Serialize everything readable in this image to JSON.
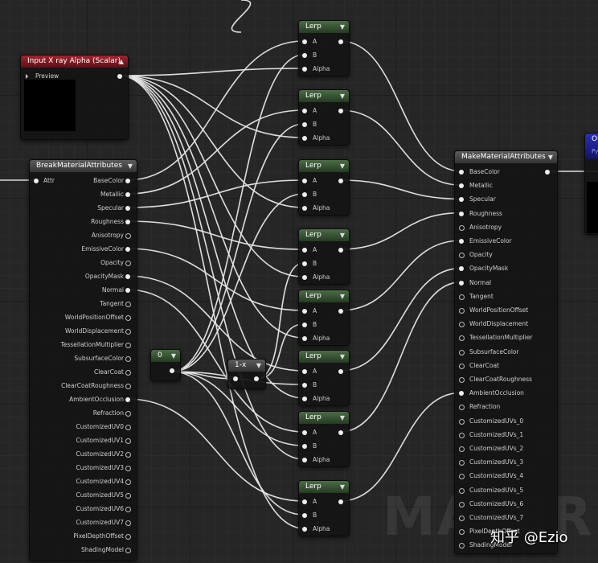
{
  "scalar_node": {
    "title": "Input X ray Alpha (Scalar)",
    "pin": "Preview"
  },
  "break_node": {
    "title": "BreakMaterialAttributes",
    "input": "Attr",
    "outputs": [
      "BaseColor",
      "Metallic",
      "Specular",
      "Roughness",
      "Anisotropy",
      "EmissiveColor",
      "Opacity",
      "OpacityMask",
      "Normal",
      "Tangent",
      "WorldPositionOffset",
      "WorldDisplacement",
      "TessellationMultiplier",
      "SubsurfaceColor",
      "ClearCoat",
      "ClearCoatRoughness",
      "AmbientOcclusion",
      "Refraction",
      "CustomizedUV0",
      "CustomizedUV1",
      "CustomizedUV2",
      "CustomizedUV3",
      "CustomizedUV4",
      "CustomizedUV5",
      "CustomizedUV6",
      "CustomizedUV7",
      "PixelDepthOffset",
      "ShadingModel"
    ]
  },
  "lerp_nodes": [
    {
      "title": "Lerp",
      "pins": [
        "A",
        "B",
        "Alpha"
      ]
    },
    {
      "title": "Lerp",
      "pins": [
        "A",
        "B",
        "Alpha"
      ]
    },
    {
      "title": "Lerp",
      "pins": [
        "A",
        "B",
        "Alpha"
      ]
    },
    {
      "title": "Lerp",
      "pins": [
        "A",
        "B",
        "Alpha"
      ]
    },
    {
      "title": "Lerp",
      "pins": [
        "A",
        "B",
        "Alpha"
      ]
    },
    {
      "title": "Lerp",
      "pins": [
        "A",
        "B",
        "Alpha"
      ]
    },
    {
      "title": "Lerp",
      "pins": [
        "A",
        "B",
        "Alpha"
      ]
    },
    {
      "title": "Lerp",
      "pins": [
        "A",
        "B",
        "Alpha"
      ]
    }
  ],
  "const_node": {
    "title": "0"
  },
  "one_minus_node": {
    "title": "1-x"
  },
  "make_node": {
    "title": "MakeMaterialAttributes",
    "inputs": [
      "BaseColor",
      "Metallic",
      "Specular",
      "Roughness",
      "Anisotropy",
      "EmissiveColor",
      "Opacity",
      "OpacityMask",
      "Normal",
      "Tangent",
      "WorldPositionOffset",
      "WorldDisplacement",
      "TessellationMultiplier",
      "SubsurfaceColor",
      "ClearCoat",
      "ClearCoatRoughness",
      "AmbientOcclusion",
      "Refraction",
      "CustomizedUVs_0",
      "CustomizedUVs_1",
      "CustomizedUVs_2",
      "CustomizedUVs_3",
      "CustomizedUVs_4",
      "CustomizedUVs_5",
      "CustomizedUVs_6",
      "CustomizedUVs_7",
      "PixelDepthOffset",
      "ShadingModel"
    ]
  },
  "output_node": {
    "title": "Ou",
    "sub": "Py"
  },
  "watermark": "MATERIAL",
  "credit": "知乎 @Ezio",
  "colors": {
    "wire": "#e8e8e8",
    "scalar_header": "#a3232e",
    "lerp_header": "#4b6d45",
    "output_header": "#2a2fb6",
    "background": "#262626"
  }
}
